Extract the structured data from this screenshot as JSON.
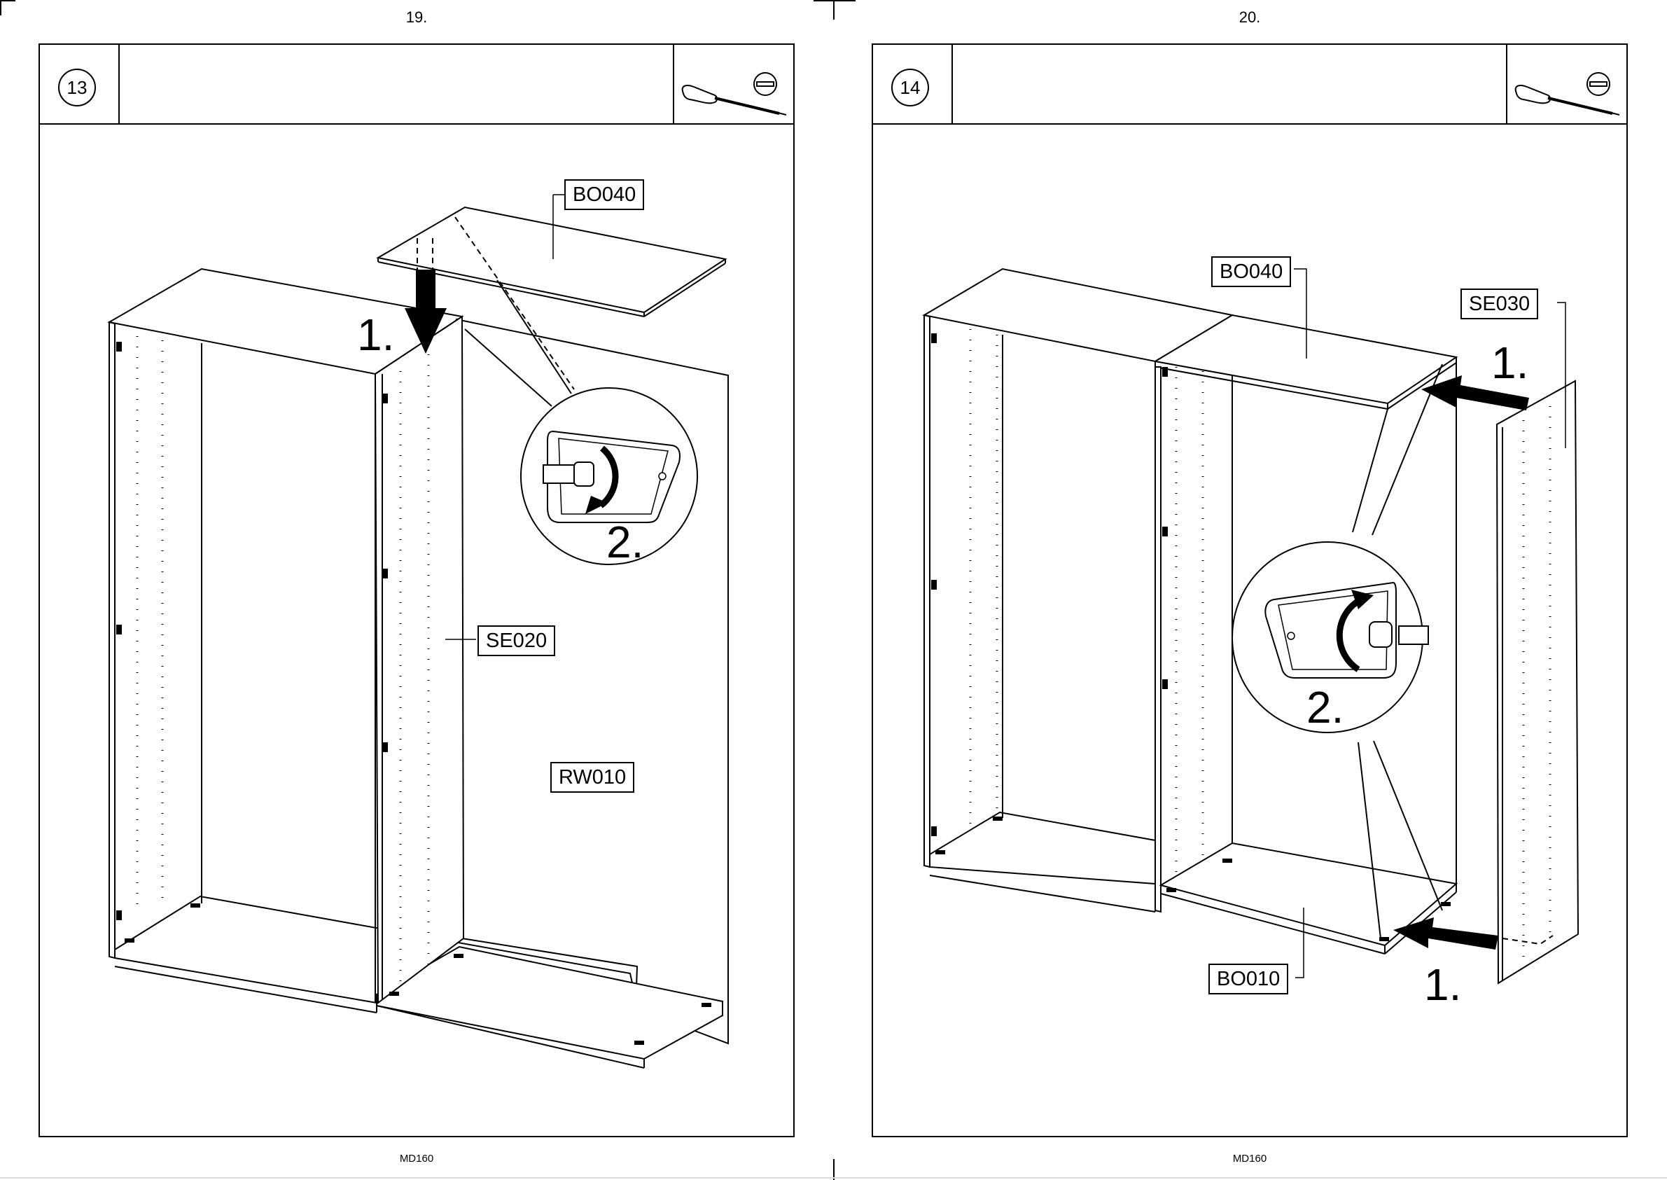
{
  "pages": [
    {
      "page_number": "19.",
      "step": "13",
      "labels": {
        "top_panel": "BO040",
        "side_panel": "SE020",
        "back_panel": "RW010"
      },
      "callouts": {
        "one": "1.",
        "two": "2."
      },
      "footer": "MD160"
    },
    {
      "page_number": "20.",
      "step": "14",
      "labels": {
        "top_panel": "BO040",
        "side_panel": "SE030",
        "bottom_panel": "BO010"
      },
      "callouts": {
        "one_top": "1.",
        "one_bottom": "1.",
        "two": "2."
      },
      "footer": "MD160"
    }
  ],
  "tools": [
    "screwdriver-icon",
    "flat-head-icon"
  ]
}
